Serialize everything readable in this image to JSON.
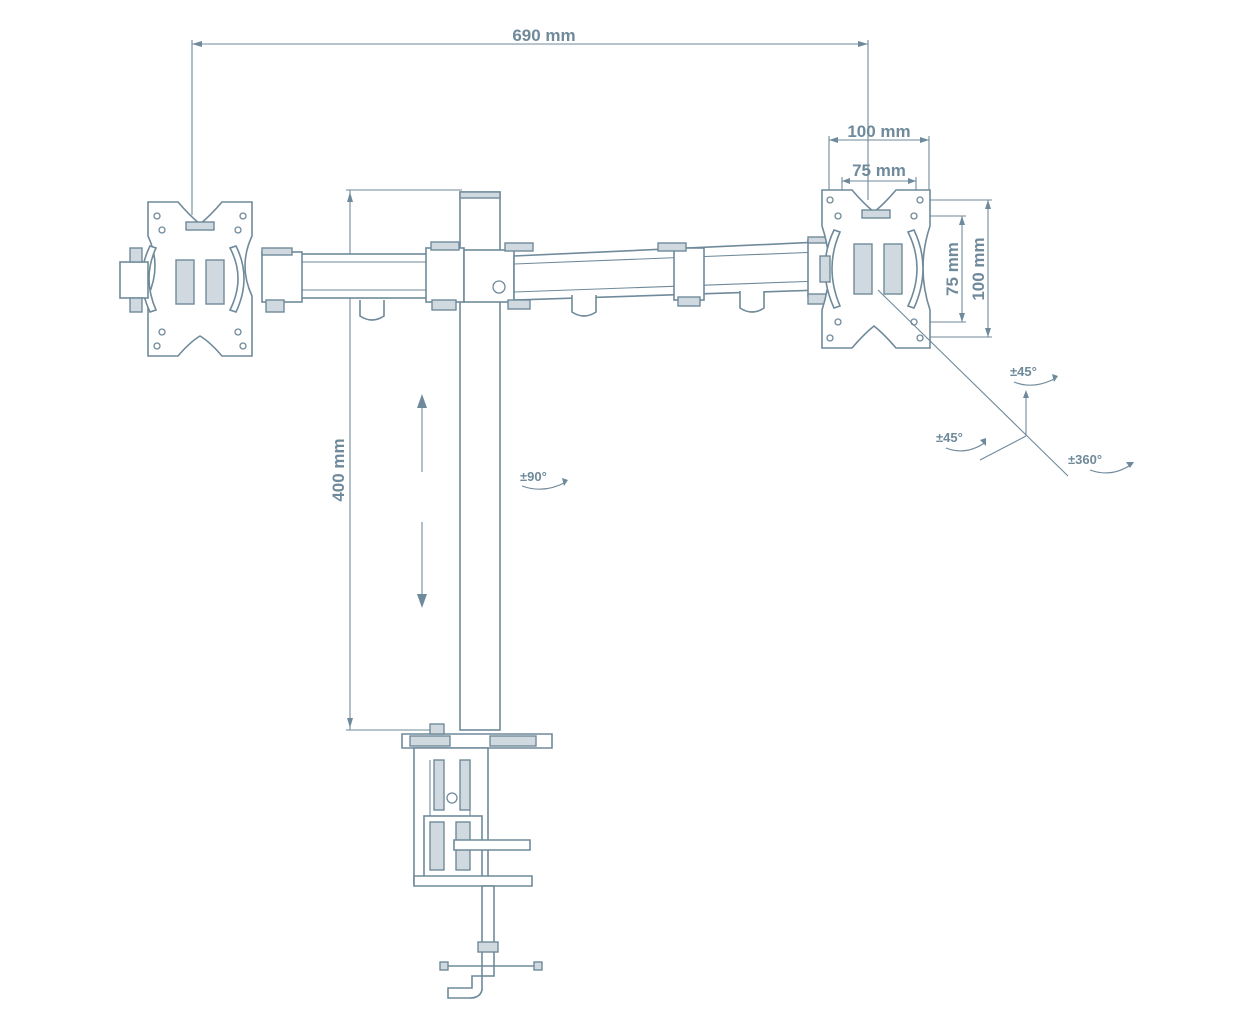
{
  "dimensions": {
    "total_width": "690 mm",
    "vesa_outer": "100 mm",
    "vesa_inner": "75 mm",
    "vesa_vertical_inner": "75 mm",
    "vesa_vertical_outer": "100 mm",
    "pole_height": "400 mm"
  },
  "rotations": {
    "pole_swivel": "±90°",
    "tilt": "±45°",
    "swivel": "±45°",
    "rotate": "±360°"
  },
  "colors": {
    "line": "#6f8a9a",
    "fill": "#cfd9df",
    "background": "#ffffff"
  }
}
